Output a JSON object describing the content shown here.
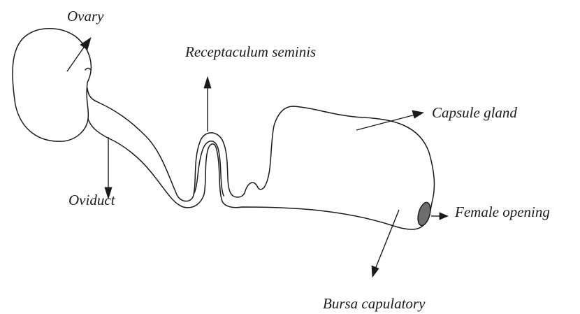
{
  "labels": {
    "ovary": "Ovary",
    "receptaculum": "Receptaculum seminis",
    "capsule": "Capsule gland",
    "oviduct": "Oviduct",
    "female_opening": "Female opening",
    "bursa": "Bursa capulatory"
  }
}
